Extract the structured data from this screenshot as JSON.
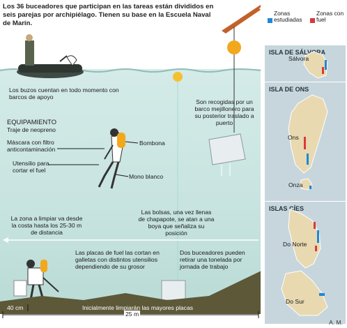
{
  "intro": "Los 36 buceadores que participan en las tareas están divididos en seis parejas por archipiélago. Tienen su base en la Escuela Naval de Marín.",
  "legend": {
    "studied": "Zonas estudiadas",
    "fuel": "Zonas con fuel",
    "colors": {
      "studied": "#1e88d8",
      "fuel": "#d83a3a"
    }
  },
  "panels": {
    "salvora": {
      "title": "ISLA DE SÁLVORA",
      "islands": [
        "Sálvora"
      ]
    },
    "ons": {
      "title": "ISLA DE ONS",
      "islands": [
        "Ons",
        "Onza"
      ]
    },
    "cies": {
      "title": "ISLAS CÍES",
      "islands": [
        "Do Norte",
        "Do Sur"
      ]
    }
  },
  "labels": {
    "boat": "Los buzos cuentan en todo momento con barcos de apoyo",
    "mussel_boat": "Son recogidas por un barco mejillonero para su posterior traslado a puerto",
    "equipment_title": "EQUIPAMIENTO",
    "wetsuit": "Traje de neopreno",
    "filter_mask": "Máscara con filtro anticontaminación",
    "utensil": "Utensilio para cortar el fuel",
    "tank": "Bombona",
    "overall": "Mono blanco",
    "area": "La zona a limpiar va desde la costa hasta los 25-30 m de distancia",
    "bags": "Las bolsas, una vez llenas de chapapote, se atan a una boya que señaliza su posición",
    "plates": "Las placas de fuel las cortan en galletas con distintos utensilios dependiendo de su grosor",
    "two_divers": "Dos buceadores pueden retirar una tonelada por jornada de trabajo",
    "depth": "40 cm",
    "bottom": "Inicialmente limpiarán las mayores placas",
    "distance": "25 m"
  },
  "credit": "A. M."
}
